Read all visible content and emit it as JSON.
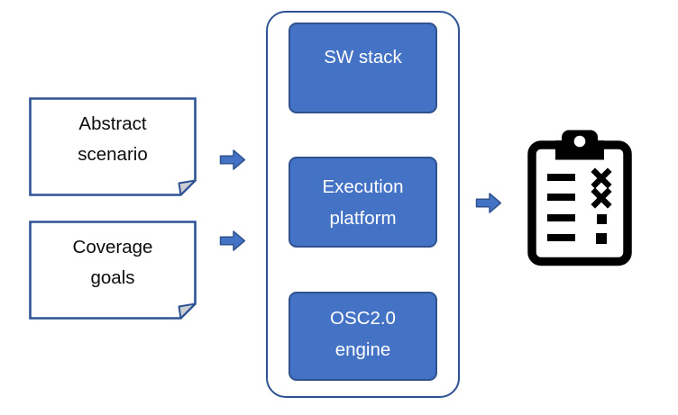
{
  "diagram_title": "",
  "colors": {
    "accent_fill": "#4472C4",
    "accent_border": "#2F528F",
    "outline_dark_blue": "#2E5395",
    "icon_black": "#000000",
    "fold_gray": "#CDCFD4",
    "box_text": "#FFFFFF",
    "note_text": "#0D0D0D",
    "background": "#FFFFFF"
  },
  "notes": [
    {
      "name": "abstract-scenario",
      "lines": [
        "Abstract",
        "scenario"
      ]
    },
    {
      "name": "coverage-goals",
      "lines": [
        "Coverage",
        "goals"
      ]
    }
  ],
  "pipeline": {
    "boxes": [
      {
        "name": "sw-stack",
        "lines": [
          "SW stack",
          ""
        ]
      },
      {
        "name": "execution-platform",
        "lines": [
          "Execution",
          "platform"
        ]
      },
      {
        "name": "osc2-engine",
        "lines": [
          "OSC2.0",
          "engine"
        ]
      }
    ]
  },
  "icons": {
    "arrow": "right-block-arrow",
    "result": "clipboard-checklist"
  }
}
